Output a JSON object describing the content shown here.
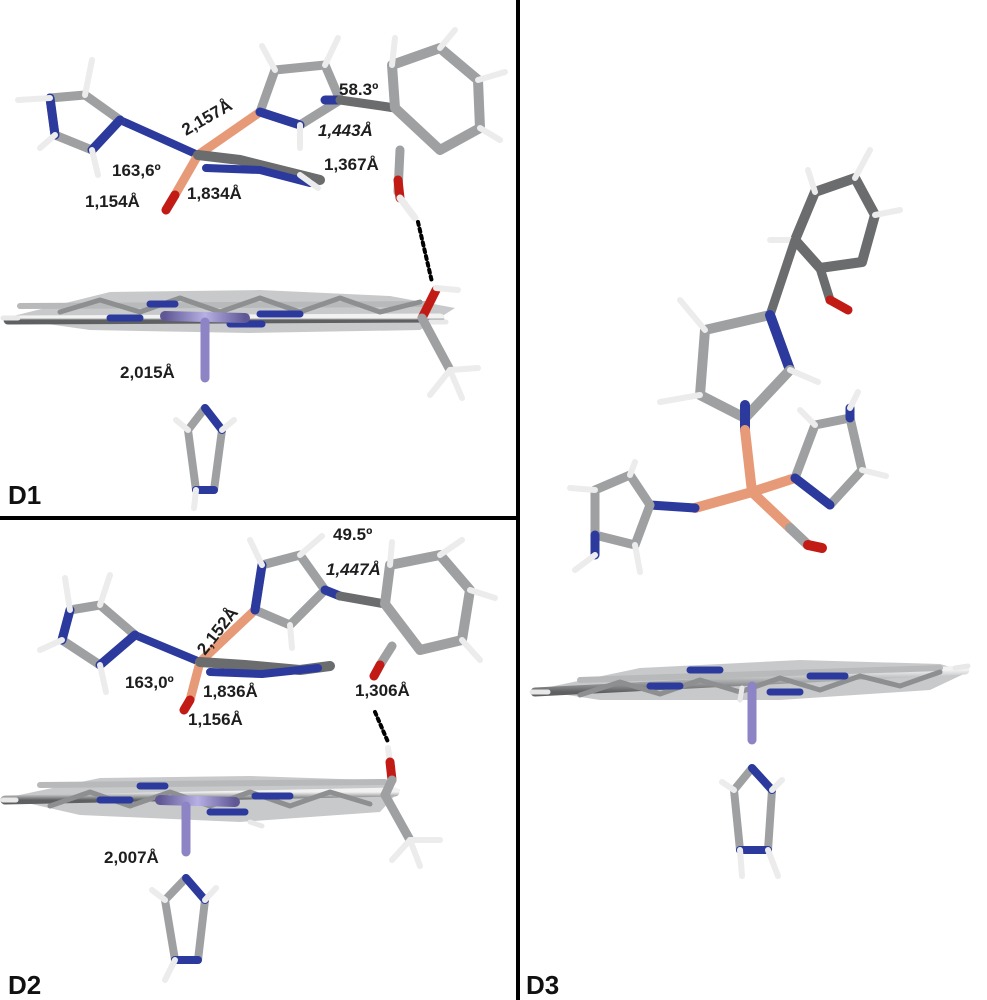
{
  "colors": {
    "background": "#ffffff",
    "carbon": "#9ea0a2",
    "carbon_dark": "#6a6c6e",
    "nitrogen": "#2b3a9c",
    "oxygen": "#c21a14",
    "hydrogen": "#ececec",
    "copper": "#e79a78",
    "iron": "#8c84c4",
    "divider": "#000000"
  },
  "panels": {
    "d1": {
      "label": "D1",
      "annotations": {
        "cu_n_distance": "2,157Å",
        "angle_dihedral": "58.3º",
        "n_c_distance": "1,443Å",
        "c_o_distance": "1,367Å",
        "cu_c_o_angle": "163,6º",
        "c_o_bond": "1,154Å",
        "cu_c_bond": "1,834Å",
        "fe_n_distance": "2,015Å"
      }
    },
    "d2": {
      "label": "D2",
      "annotations": {
        "angle_dihedral": "49.5º",
        "n_c_distance": "1,447Å",
        "cu_n_distance": "2,152Å",
        "cu_c_o_angle": "163,0º",
        "cu_c_bond": "1,836Å",
        "c_o_distance": "1,306Å",
        "c_o_bond": "1,156Å",
        "fe_n_distance": "2,007Å"
      }
    },
    "d3": {
      "label": "D3"
    }
  }
}
